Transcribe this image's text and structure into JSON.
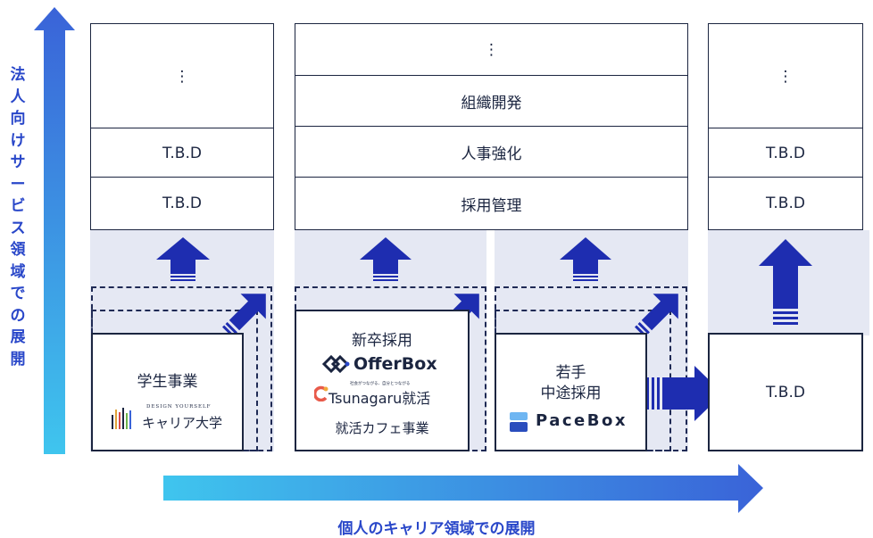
{
  "axes": {
    "vertical_label": "法人向けサービス領域での展開",
    "horizontal_label": "個人のキャリア領域での展開"
  },
  "colors": {
    "arrow_gradient_start": "#3fc5ee",
    "arrow_gradient_end": "#3a63d8",
    "navy_arrow": "#1e2db0",
    "label_blue": "#2947c9",
    "band": "#e5e8f3",
    "border": "#1b2540"
  },
  "columns": [
    {
      "id": "col1",
      "stack": [
        "⋮",
        "T.B.D",
        "T.B.D"
      ],
      "service": {
        "title": "学生事業",
        "logo_tagline": "DESIGN YOURSELF",
        "logo_name": "キャリア大学"
      }
    },
    {
      "id": "col2",
      "stack": [
        "⋮",
        "組織開発",
        "人事強化",
        "採用管理"
      ],
      "service": {
        "title": "新卒採用",
        "logo_offerbox": "OfferBox",
        "logo_tsunagaru": "Tsunagaru就活",
        "logo_tsunagaru_tagline": "社会がつながる、自分とつながる",
        "subtitle": "就活カフェ事業"
      }
    },
    {
      "id": "col3",
      "service": {
        "title_line1": "若手",
        "title_line2": "中途採用",
        "logo_name": "PaceBox"
      }
    },
    {
      "id": "col4",
      "stack": [
        "⋮",
        "T.B.D",
        "T.B.D"
      ],
      "service": {
        "title": "T.B.D"
      }
    }
  ]
}
